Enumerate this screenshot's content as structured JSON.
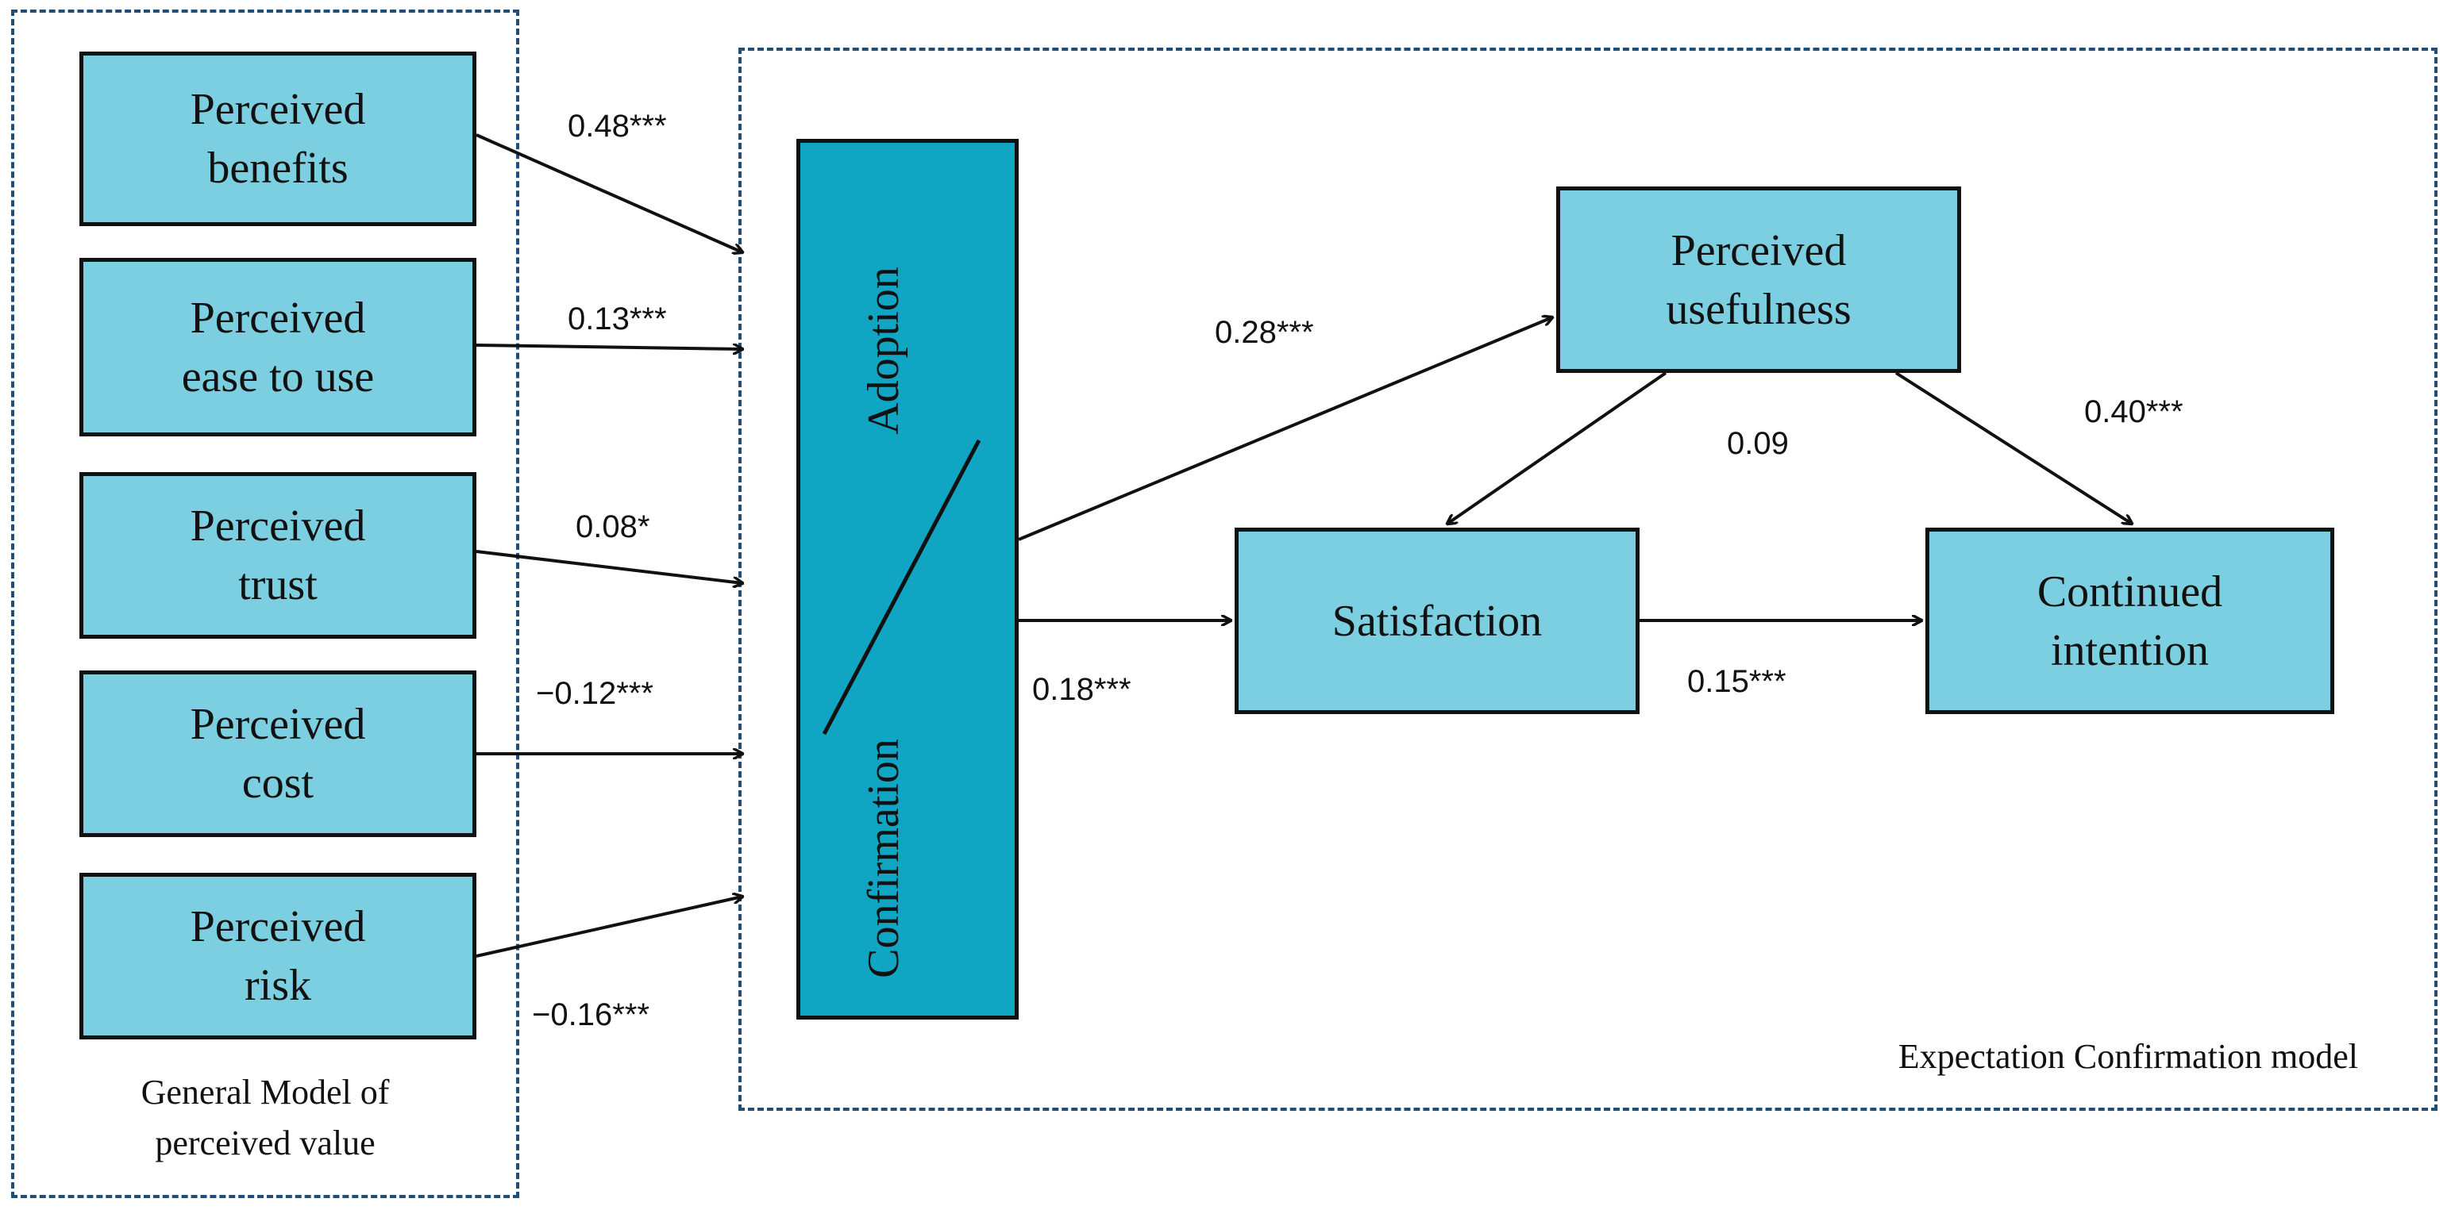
{
  "colors": {
    "node_fill": "#7ccfe0",
    "adoption_fill": "#10a5c2",
    "border": "#111111",
    "group_border": "#1f4e79"
  },
  "groups": {
    "general": {
      "caption": "General Model of\nperceived value"
    },
    "ecm": {
      "caption": "Expectation Confirmation model"
    }
  },
  "nodes": {
    "perceived_benefits": "Perceived\nbenefits",
    "perceived_ease": "Perceived\nease to use",
    "perceived_trust": "Perceived\ntrust",
    "perceived_cost": "Perceived\ncost",
    "perceived_risk": "Perceived\nrisk",
    "adoption": "Adoption",
    "confirmation": "Confirmation",
    "perceived_usefulness": "Perceived\nusefulness",
    "satisfaction": "Satisfaction",
    "continued_intention": "Continued\nintention"
  },
  "coefficients": {
    "benefits": "0.48***",
    "ease": "0.13***",
    "trust": "0.08*",
    "cost": "−0.12***",
    "risk": "−0.16***",
    "adoption_usefulness": "0.28***",
    "usefulness_satisfaction": "0.09",
    "usefulness_intention": "0.40***",
    "adoption_satisfaction": "0.18***",
    "satisfaction_intention": "0.15***"
  }
}
